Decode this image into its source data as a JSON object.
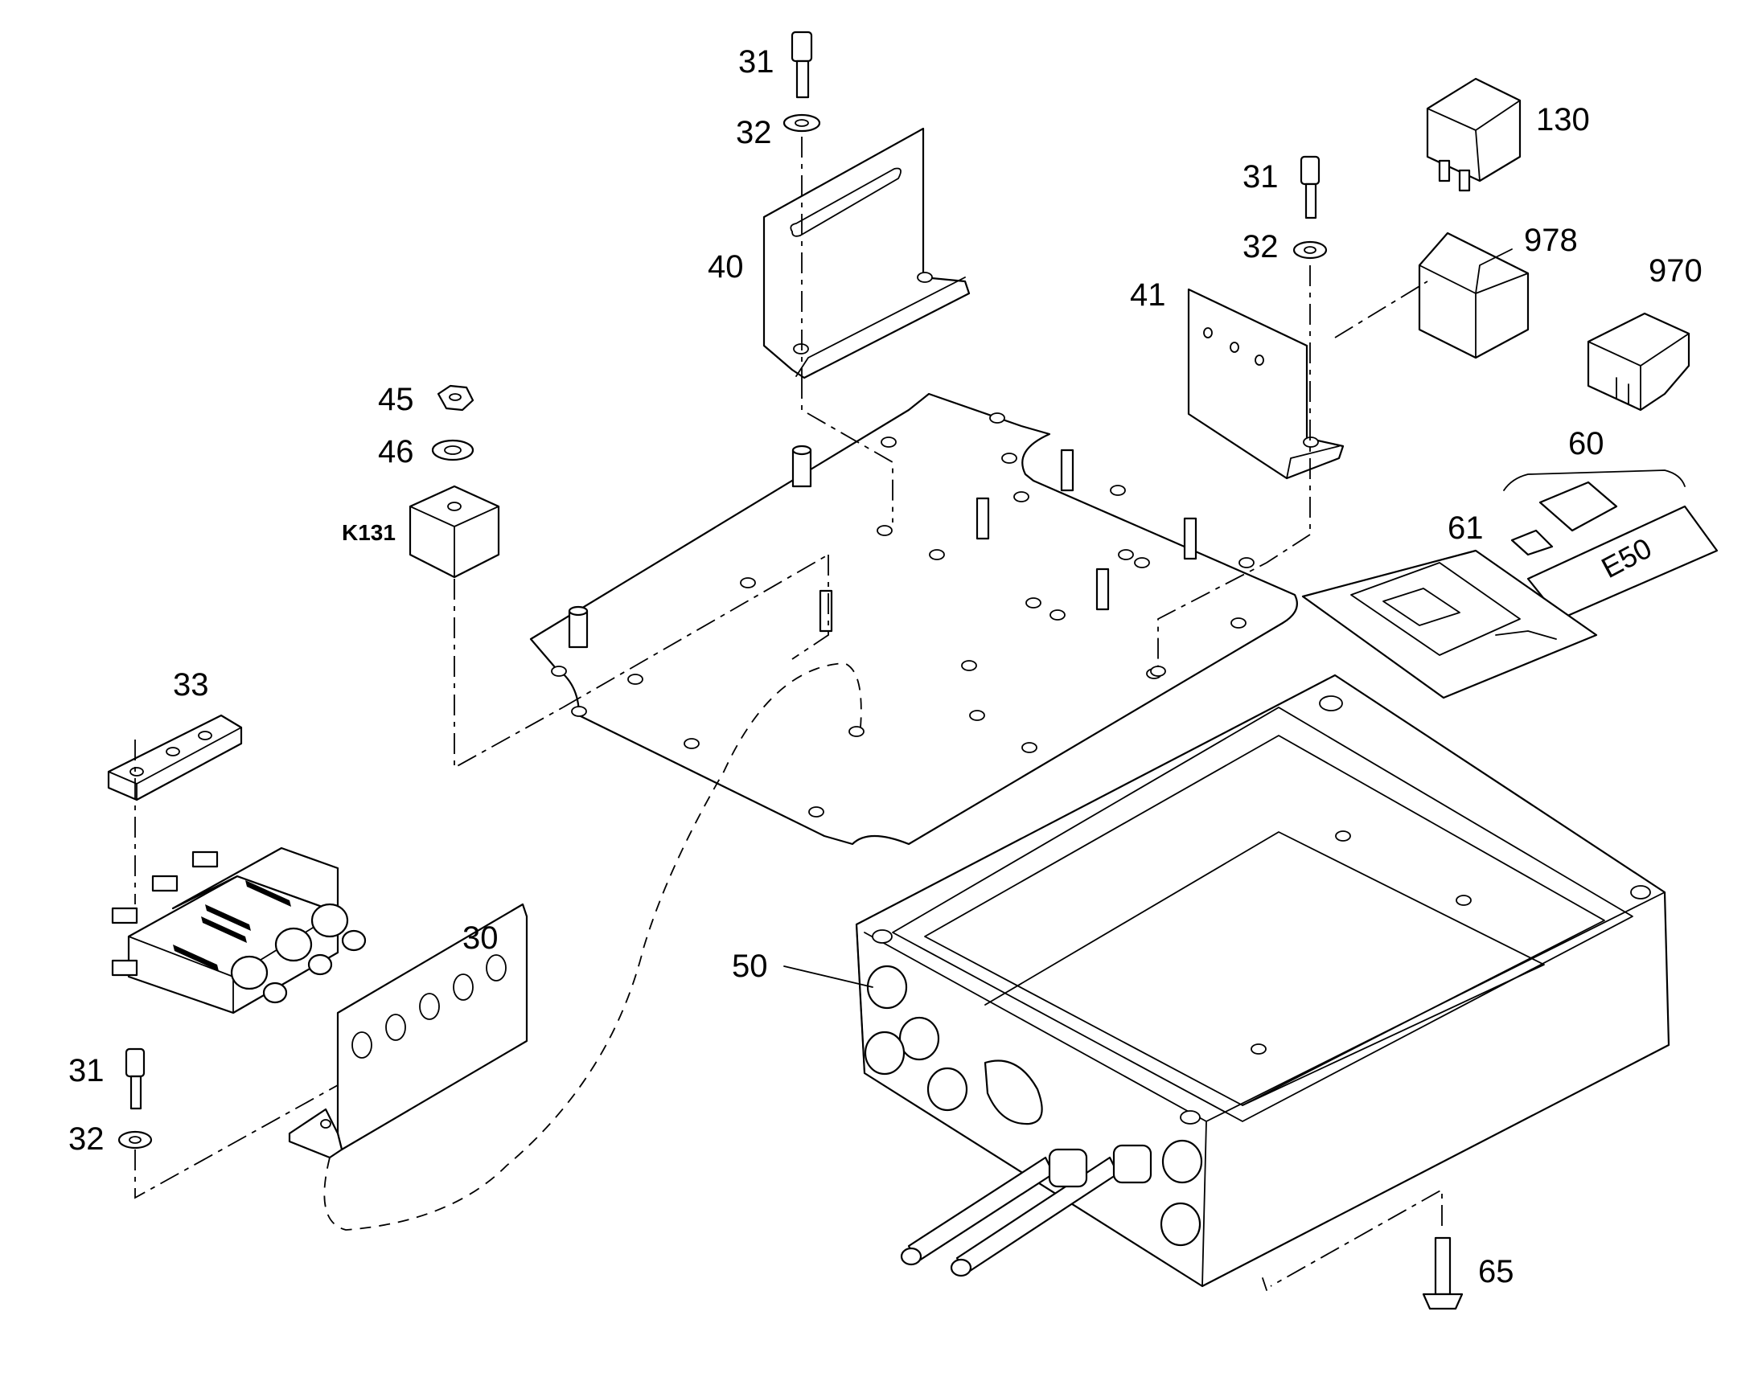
{
  "labels": {
    "screw_31_top": "31",
    "washer_32_top": "32",
    "bracket_40": "40",
    "nut_45": "45",
    "washer_46": "46",
    "relay_k131": "K131",
    "screw_31_right": "31",
    "washer_32_right": "32",
    "bracket_41": "41",
    "relay_130": "130",
    "socket_978": "978",
    "cover_970": "970",
    "group_60": "60",
    "board_61": "61",
    "plate_e50": "E50",
    "clamp_33": "33",
    "bracket_30": "30",
    "screw_31_left": "31",
    "washer_32_left": "32",
    "plug_50": "50",
    "screw_65": "65"
  }
}
